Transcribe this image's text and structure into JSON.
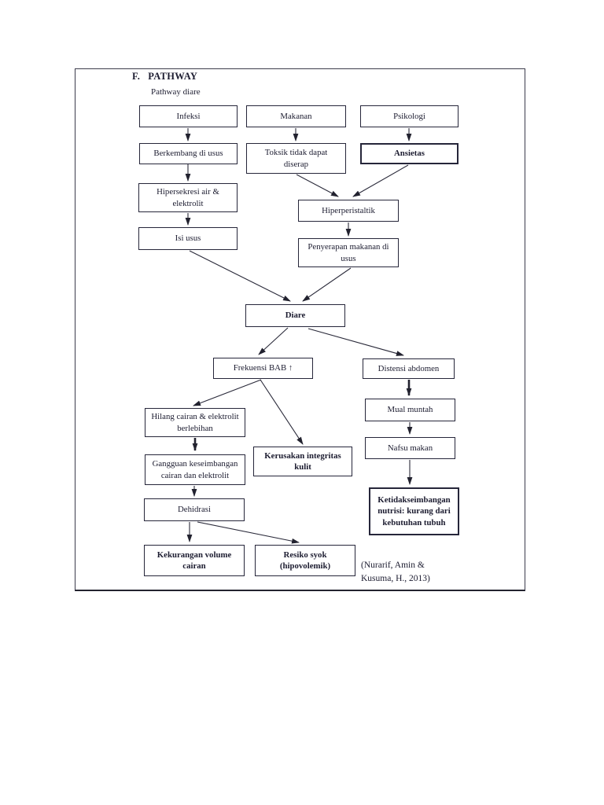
{
  "page": {
    "heading_letter": "F.",
    "heading_title": "PATHWAY",
    "subtitle": "Pathway diare",
    "citation": {
      "line1": "(Nurarif, Amin &",
      "line2": "Kusuma, H., 2013)"
    }
  },
  "colors": {
    "ink": "#1c1c30",
    "border": "#26263a",
    "page_background": "#ffffff"
  },
  "nodes": {
    "infeksi": {
      "label": "Infeksi"
    },
    "makanan": {
      "label": "Makanan"
    },
    "psikologi": {
      "label": "Psikologi"
    },
    "berkembang_di_usus": {
      "label": "Berkembang di usus"
    },
    "toksik": {
      "label": "Toksik tidak dapat diserap"
    },
    "ansietas": {
      "label": "Ansietas"
    },
    "hipersekresi": {
      "label": "Hipersekresi air & elektrolit"
    },
    "isi_usus": {
      "label": "Isi usus"
    },
    "hiperperistaltik": {
      "label": "Hiperperistaltik"
    },
    "penyerapan": {
      "label": "Penyerapan makanan di usus"
    },
    "diare": {
      "label": "Diare"
    },
    "frekuensi_bab": {
      "label": "Frekuensi BAB ↑"
    },
    "distensi_abdomen": {
      "label": "Distensi abdomen"
    },
    "hilang_cairan": {
      "label": "Hilang cairan & elektrolit berlebihan"
    },
    "kerusakan_integritas": {
      "label": "Kerusakan integritas kulit"
    },
    "mual_muntah": {
      "label": "Mual muntah"
    },
    "nafsu_makan": {
      "label": "Nafsu makan"
    },
    "gangguan_keseimbangan": {
      "label": "Gangguan keseimbangan cairan dan elektrolit"
    },
    "dehidrasi": {
      "label": "Dehidrasi"
    },
    "ketidakseimbangan_nutrisi": {
      "label": "Ketidakseimbangan nutrisi: kurang dari kebutuhan tubuh"
    },
    "kekurangan_volume": {
      "label": "Kekurangan volume cairan"
    },
    "resiko_syok": {
      "label": "Resiko syok (hipovolemik)"
    }
  },
  "edges": [
    {
      "from": "infeksi",
      "to": "berkembang_di_usus",
      "style": "thin"
    },
    {
      "from": "makanan",
      "to": "toksik",
      "style": "thin"
    },
    {
      "from": "psikologi",
      "to": "ansietas",
      "style": "thin"
    },
    {
      "from": "berkembang_di_usus",
      "to": "hipersekresi",
      "style": "thin"
    },
    {
      "from": "hipersekresi",
      "to": "isi_usus",
      "style": "thin"
    },
    {
      "from": "toksik",
      "to": "hiperperistaltik",
      "style": "thin"
    },
    {
      "from": "ansietas",
      "to": "hiperperistaltik",
      "style": "thin"
    },
    {
      "from": "hiperperistaltik",
      "to": "penyerapan",
      "style": "thin"
    },
    {
      "from": "isi_usus",
      "to": "diare",
      "style": "thin"
    },
    {
      "from": "penyerapan",
      "to": "diare",
      "style": "thin"
    },
    {
      "from": "diare",
      "to": "frekuensi_bab",
      "style": "thin"
    },
    {
      "from": "diare",
      "to": "distensi_abdomen",
      "style": "thin"
    },
    {
      "from": "frekuensi_bab",
      "to": "hilang_cairan",
      "style": "thin"
    },
    {
      "from": "frekuensi_bab",
      "to": "kerusakan_integritas",
      "style": "thin"
    },
    {
      "from": "hilang_cairan",
      "to": "gangguan_keseimbangan",
      "style": "thick"
    },
    {
      "from": "gangguan_keseimbangan",
      "to": "dehidrasi",
      "style": "thin"
    },
    {
      "from": "dehidrasi",
      "to": "kekurangan_volume",
      "style": "thin"
    },
    {
      "from": "dehidrasi",
      "to": "resiko_syok",
      "style": "thin"
    },
    {
      "from": "distensi_abdomen",
      "to": "mual_muntah",
      "style": "thick"
    },
    {
      "from": "mual_muntah",
      "to": "nafsu_makan",
      "style": "thin"
    },
    {
      "from": "nafsu_makan",
      "to": "ketidakseimbangan_nutrisi",
      "style": "thin"
    }
  ]
}
